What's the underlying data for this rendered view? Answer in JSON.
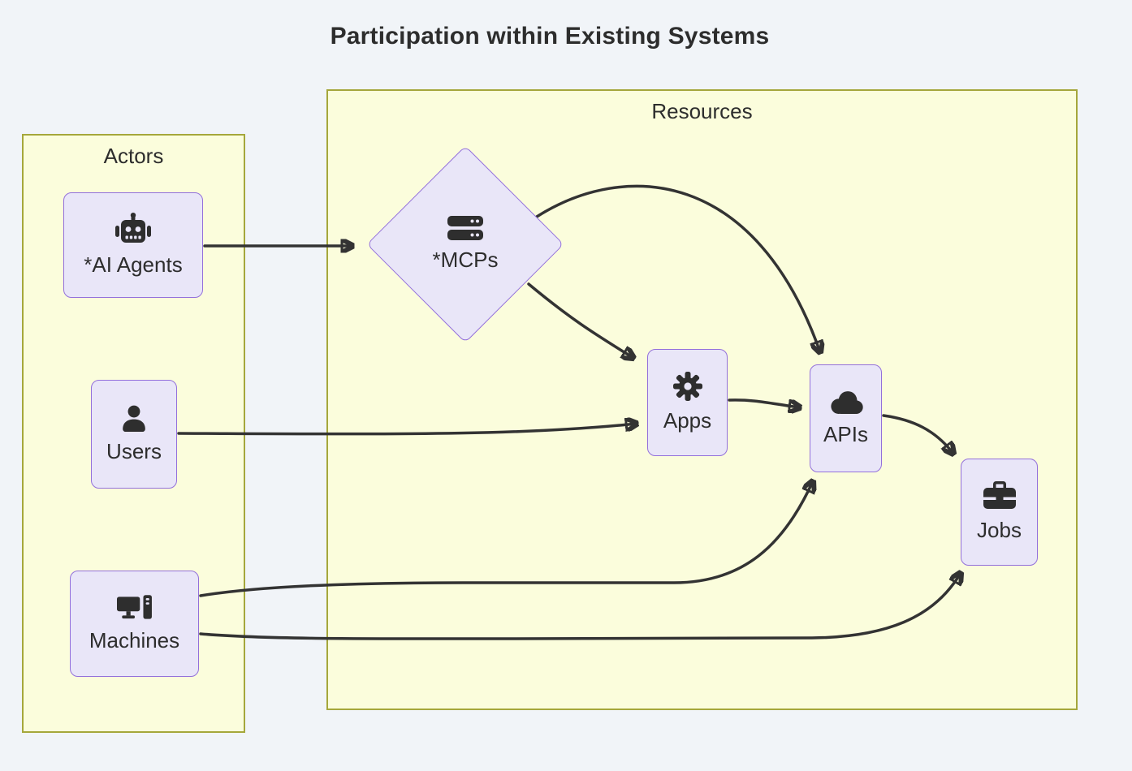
{
  "title": "Participation within Existing Systems",
  "colors": {
    "page-bg": "#F1F4F8",
    "cluster-fill": "#FBFDDC",
    "cluster-border": "#A5A73B",
    "node-fill": "#E9E6F8",
    "node-border": "#9370DB",
    "ink": "#333333",
    "text": "#2D2D2D"
  },
  "groups": [
    {
      "id": "actors",
      "label": "Actors"
    },
    {
      "id": "resources",
      "label": "Resources"
    }
  ],
  "nodes": [
    {
      "id": "ai-agents",
      "label": "*AI Agents",
      "icon": "robot-icon",
      "group": "actors",
      "shape": "rect"
    },
    {
      "id": "users",
      "label": "Users",
      "icon": "user-icon",
      "group": "actors",
      "shape": "rect"
    },
    {
      "id": "machines",
      "label": "Machines",
      "icon": "computer-icon",
      "group": "actors",
      "shape": "rect"
    },
    {
      "id": "mcps",
      "label": "*MCPs",
      "icon": "server-icon",
      "group": "resources",
      "shape": "diamond"
    },
    {
      "id": "apps",
      "label": "Apps",
      "icon": "gear-icon",
      "group": "resources",
      "shape": "rect"
    },
    {
      "id": "apis",
      "label": "APIs",
      "icon": "cloud-icon",
      "group": "resources",
      "shape": "rect"
    },
    {
      "id": "jobs",
      "label": "Jobs",
      "icon": "briefcase-icon",
      "group": "resources",
      "shape": "rect"
    }
  ],
  "edges": [
    {
      "from": "*AI Agents",
      "to": "*MCPs"
    },
    {
      "from": "*MCPs",
      "to": "APIs"
    },
    {
      "from": "*MCPs",
      "to": "Apps"
    },
    {
      "from": "Users",
      "to": "Apps"
    },
    {
      "from": "Apps",
      "to": "APIs"
    },
    {
      "from": "Machines",
      "to": "APIs"
    },
    {
      "from": "Machines",
      "to": "Jobs"
    },
    {
      "from": "APIs",
      "to": "Jobs"
    }
  ]
}
